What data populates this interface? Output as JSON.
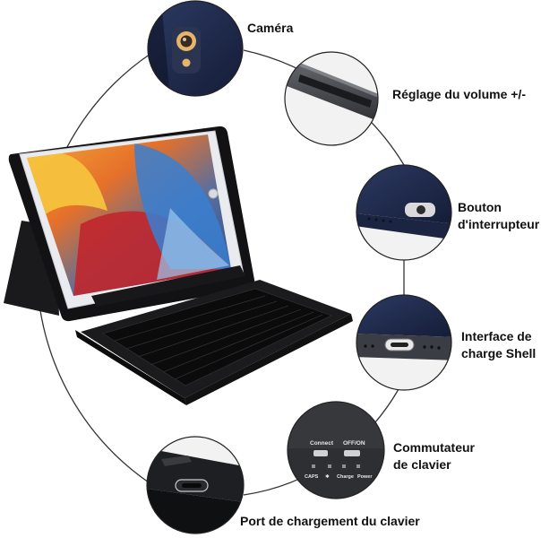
{
  "callouts": {
    "camera": {
      "label": "Caméra"
    },
    "volume": {
      "label": "Réglage du volume +/-"
    },
    "power_button": {
      "line1": "Bouton",
      "line2": "d'interrupteur"
    },
    "shell_charging": {
      "line1": "Interface de",
      "line2": "charge Shell"
    },
    "keyboard_switch": {
      "line1": "Commutateur",
      "line2": "de clavier"
    },
    "keyboard_port": {
      "label": "Port de chargement du clavier"
    }
  },
  "switch_panel": {
    "connect": "Connect",
    "on_off": "OFF/ON",
    "caps": "CAPS",
    "bluetooth_symbol": "✱",
    "charge": "Charge",
    "power": "Power"
  },
  "colors": {
    "navy_case": "#1f2a4a",
    "keyboard": "#1b1b1d",
    "tablet_frame": "#e9ebee"
  }
}
